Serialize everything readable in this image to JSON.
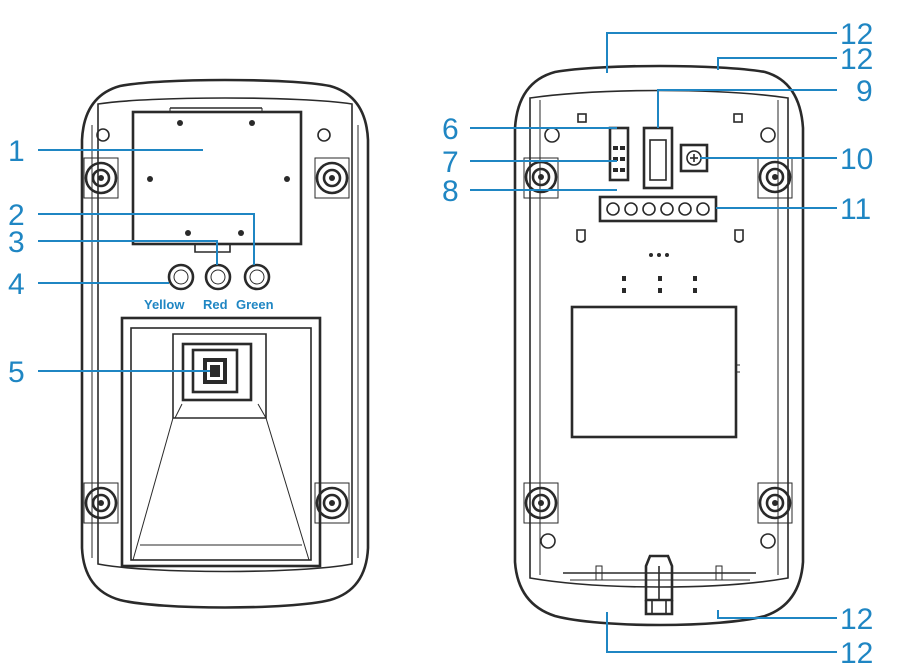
{
  "diagram": {
    "front_view": {
      "callouts": [
        {
          "number": "1",
          "part": "module-cover"
        },
        {
          "number": "2",
          "part": "green-led"
        },
        {
          "number": "3",
          "part": "red-led"
        },
        {
          "number": "4",
          "part": "yellow-led"
        },
        {
          "number": "5",
          "part": "pir-sensor"
        }
      ],
      "lamp_labels": {
        "yellow": "Yellow",
        "red": "Red",
        "green": "Green"
      }
    },
    "back_view": {
      "callouts": [
        {
          "number": "6",
          "part": "jumper-pin-top"
        },
        {
          "number": "7",
          "part": "jumper-pin-middle"
        },
        {
          "number": "8",
          "part": "jumper-pin-bottom"
        },
        {
          "number": "9",
          "part": "tamper-switch"
        },
        {
          "number": "10",
          "part": "adjust-potentiometer"
        },
        {
          "number": "11",
          "part": "terminal-block"
        },
        {
          "number": "12",
          "part": "housing-clip-top-left"
        },
        {
          "number": "12",
          "part": "housing-clip-top-right"
        },
        {
          "number": "12",
          "part": "housing-clip-bottom-right"
        },
        {
          "number": "12",
          "part": "housing-clip-bottom-left"
        }
      ]
    },
    "colors": {
      "callout": "#1f86c3",
      "line_art": "#2a2a2a",
      "background": "#ffffff"
    }
  }
}
